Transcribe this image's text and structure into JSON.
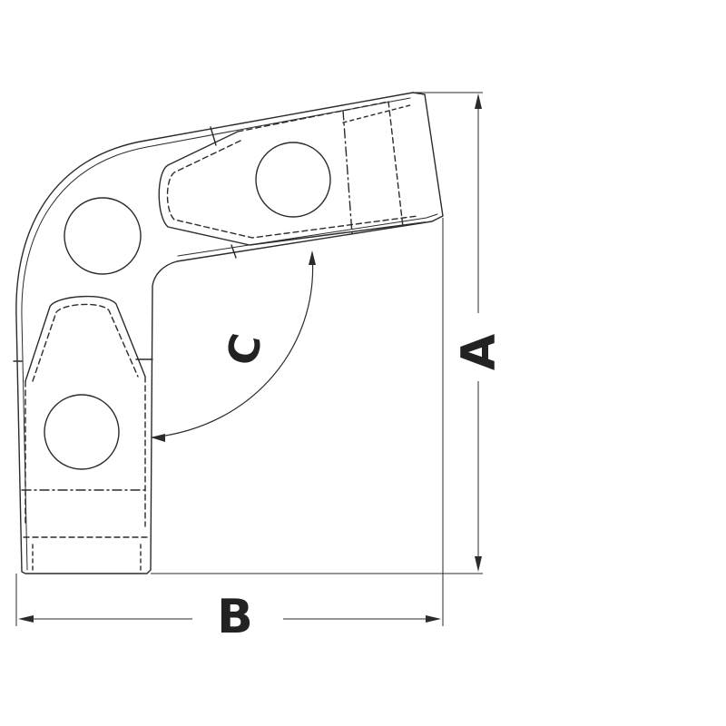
{
  "drawing": {
    "labels": {
      "a": "A",
      "b": "B",
      "c": "C"
    },
    "colors": {
      "line": "#2b2b2b",
      "background": "#ffffff"
    }
  }
}
